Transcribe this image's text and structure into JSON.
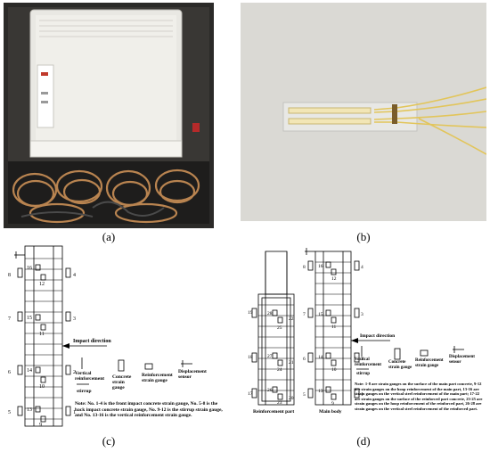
{
  "panels": {
    "a": {
      "caption": "(a)"
    },
    "b": {
      "caption": "(b)"
    },
    "c": {
      "caption": "(c)"
    },
    "d": {
      "caption": "(d)"
    }
  },
  "c": {
    "impact_direction": "Impact direction",
    "legend": {
      "vertical": "Vertical reinforcement",
      "stirrup": "stirrup",
      "concrete": "Concrete strain gauge",
      "reinforcement": "Reinforcement strain gauge",
      "displacement": "Displacement sensor"
    },
    "note": "Note: No. 1-4 is the front impact concrete strain gauge, No. 5-8 is the back impact concrete strain gauge, No. 9-12 is the stirrup strain gauge, and No. 13-16 is the vertical reinforcement strain gauge.",
    "numbers": {
      "n8": "8",
      "n4": "4",
      "n16": "16",
      "n12": "12",
      "n7": "7",
      "n3": "3",
      "n15": "15",
      "n11": "11",
      "n6": "6",
      "n2": "2",
      "n14": "14",
      "n10": "10",
      "n5": "5",
      "n1": "1",
      "n13": "13",
      "n9": "9"
    }
  },
  "d": {
    "impact_direction": "Impact direction",
    "legend": {
      "vertical": "Vertical reinforcement",
      "stirrup": "stirrup",
      "concrete": "Concrete strain gauge",
      "reinforcement": "Reinforcement strain gauge",
      "displacement": "Displacement sensor"
    },
    "note": "Note: 1-8 are strain gauges on the surface of the main part concrete, 9-12 are strain gauges on the hoop reinforcement of the main part, 13-16 are strain gauges on the vertical steel reinforcement of the main part; 17-22 are strain gauges on the surface of the reinforced part concrete, 23-25 are strain gauges on the hoop reinforcement of the reinforced part, 26-28 are strain gauges on the vertical steel reinforcement of the reinforced part.",
    "label_reinforcement": "Reinforcement part",
    "label_main": "Main body",
    "numbers": {
      "n19": "19",
      "n28": "28",
      "n25": "25",
      "n22": "22",
      "n18": "18",
      "n27": "27",
      "n24": "24",
      "n21": "21",
      "n17": "17",
      "n26": "26",
      "n23": "23",
      "n20": "20",
      "m8": "8",
      "m16": "16",
      "m12": "12",
      "m4": "4",
      "m7": "7",
      "m15": "15",
      "m11": "11",
      "m3": "3",
      "m6": "6",
      "m14": "14",
      "m10": "10",
      "m2": "2",
      "m5": "5",
      "m13": "13",
      "m9": "9",
      "m1": "1"
    }
  },
  "colors": {
    "case_dark": "#2b2a28",
    "device_body": "#e9e8e3",
    "cable": "#b98450",
    "photo_b_bg": "#d2d1cc",
    "wire_yellow": "#e2c55a"
  }
}
